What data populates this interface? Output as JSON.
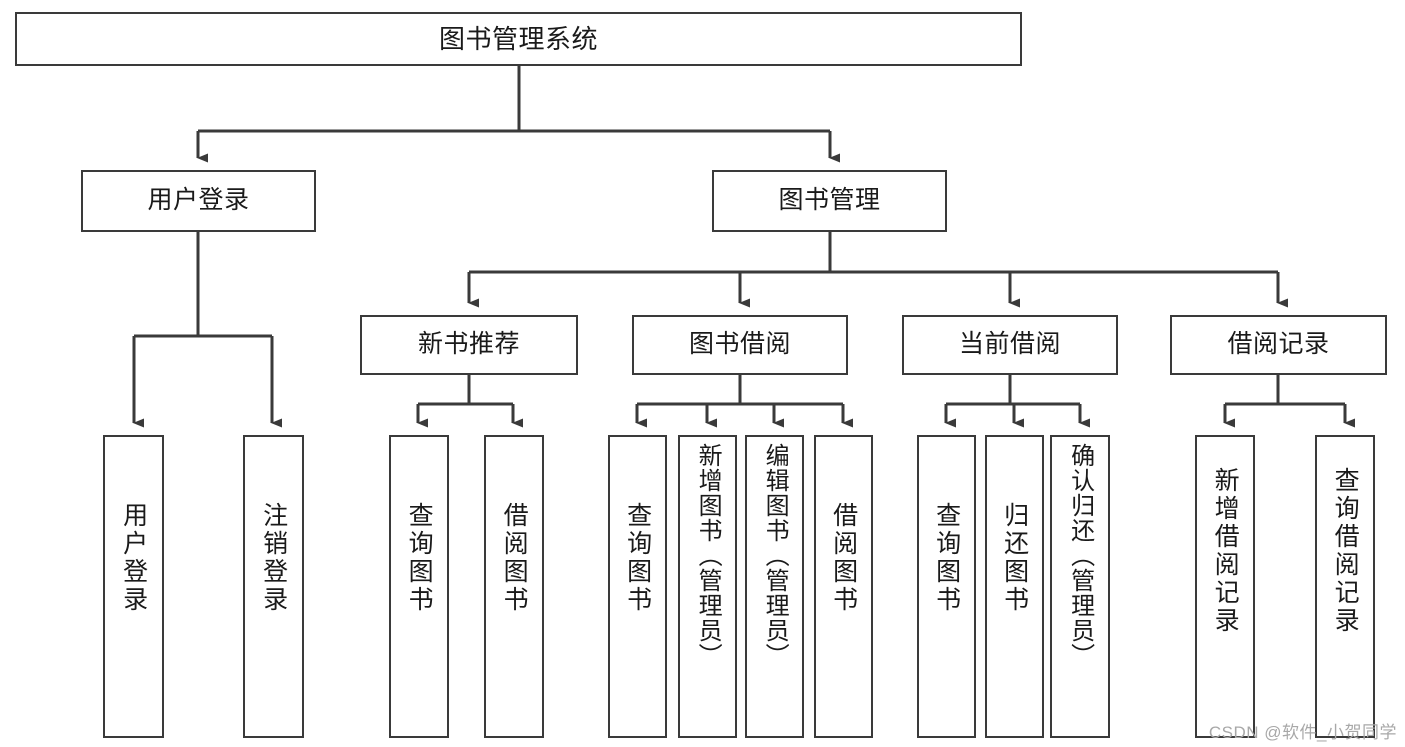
{
  "diagram": {
    "title_node": {
      "label": "图书管理系统"
    },
    "level2": [
      {
        "label": "用户登录"
      },
      {
        "label": "图书管理"
      }
    ],
    "level3": [
      {
        "label": "新书推荐"
      },
      {
        "label": "图书借阅"
      },
      {
        "label": "当前借阅"
      },
      {
        "label": "借阅记录"
      }
    ],
    "leaves": {
      "user_login": [
        {
          "label": "用户登录"
        },
        {
          "label": "注销登录"
        }
      ],
      "new_book_recommend": [
        {
          "label": "查询图书"
        },
        {
          "label": "借阅图书"
        }
      ],
      "book_borrow": [
        {
          "label": "查询图书"
        },
        {
          "label": "新增图书（管理员）"
        },
        {
          "label": "编辑图书（管理员）"
        },
        {
          "label": "借阅图书"
        }
      ],
      "current_borrow": [
        {
          "label": "查询图书"
        },
        {
          "label": "归还图书"
        },
        {
          "label": "确认归还（管理员）"
        }
      ],
      "borrow_records": [
        {
          "label": "新增借阅记录"
        },
        {
          "label": "查询借阅记录"
        }
      ]
    },
    "watermark": "CSDN @软件_小贺同学",
    "colors": {
      "stroke": "#3a3a3a",
      "fill": "#ffffff",
      "text": "#1a1a1a",
      "watermark": "#a8a8a8"
    }
  }
}
